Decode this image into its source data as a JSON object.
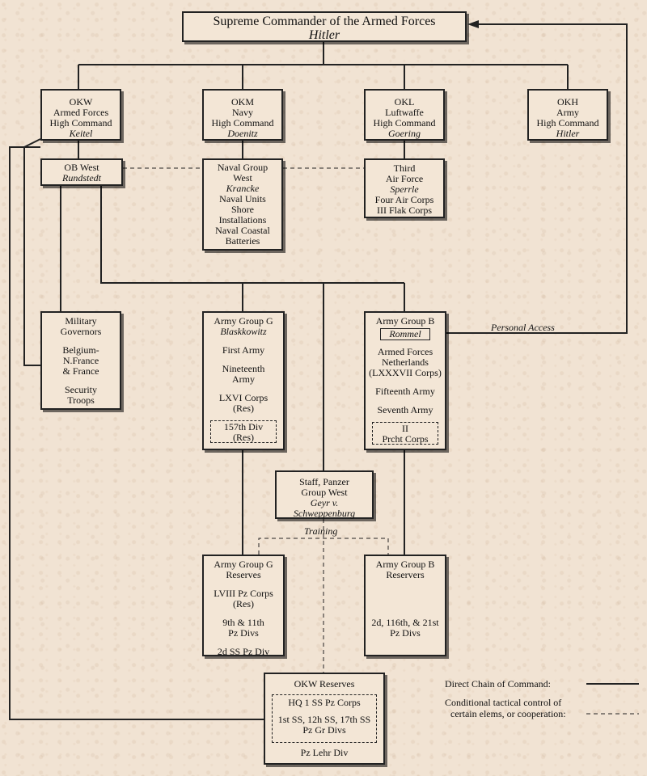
{
  "supreme": {
    "title": "Supreme Commander of the Armed Forces",
    "name": "Hitler"
  },
  "okw": {
    "code": "OKW",
    "l1": "Armed Forces",
    "l2": "High Command",
    "name": "Keitel"
  },
  "okm": {
    "code": "OKM",
    "l1": "Navy",
    "l2": "High Command",
    "name": "Doenitz"
  },
  "okl": {
    "code": "OKL",
    "l1": "Luftwaffe",
    "l2": "High Command",
    "name": "Goering"
  },
  "okh": {
    "code": "OKH",
    "l1": "Army",
    "l2": "High Command",
    "name": "Hitler"
  },
  "obwest": {
    "title": "OB West",
    "name": "Rundstedt"
  },
  "naval": {
    "l1": "Naval Group",
    "l2": "West",
    "name": "Krancke",
    "l3": "Naval Units",
    "l4": "Shore",
    "l5": "Installations",
    "l6": "Naval Coastal",
    "l7": "Batteries"
  },
  "third_af": {
    "l1": "Third",
    "l2": "Air Force",
    "name": "Sperrle",
    "l3": "Four Air Corps",
    "l4": "III Flak Corps"
  },
  "milgov": {
    "l1": "Military",
    "l2": "Governors",
    "l3": "Belgium-",
    "l4": "N.France",
    "l5": "& France",
    "l6": "Security",
    "l7": "Troops"
  },
  "agg": {
    "title": "Army Group G",
    "name": "Blaskkowitz",
    "l1": "First Army",
    "l2": "Nineteenth",
    "l3": "Army",
    "l4": "LXVI Corps",
    "l5": "(Res)",
    "d1": "157th Div",
    "d2": "(Res)"
  },
  "agb": {
    "title": "Army Group B",
    "name": "Rommel",
    "l1": "Armed Forces",
    "l2": "Netherlands",
    "l3": "(LXXXVII Corps)",
    "l4": "Fifteenth Army",
    "l5": "Seventh Army",
    "d1": "II",
    "d2": "Prcht Corps"
  },
  "panzer": {
    "l1": "Staff, Panzer",
    "l2": "Group West",
    "n1": "Geyr v.",
    "n2": "Schweppenburg"
  },
  "aggres": {
    "l1": "Army Group G",
    "l2": "Reserves",
    "l3": "LVIII Pz Corps",
    "l4": "(Res)",
    "l5": "9th & 11th",
    "l6": "Pz Divs",
    "l7": "2d SS Pz Div"
  },
  "agbres": {
    "l1": "Army Group B",
    "l2": "Reservers",
    "l3": "2d, 116th, & 21st",
    "l4": "Pz Divs"
  },
  "okwres": {
    "title": "OKW Reserves",
    "d1": "HQ 1 SS Pz Corps",
    "d2": "1st SS, 12h SS, 17th SS",
    "d3": "Pz Gr Divs",
    "l1": "Pz Lehr Div"
  },
  "labels": {
    "personal": "Personal Access",
    "training": "Training"
  },
  "legend": {
    "direct": "Direct Chain of Command:",
    "cond1": "Conditional tactical control of",
    "cond2": "certain elems, or cooperation:"
  }
}
